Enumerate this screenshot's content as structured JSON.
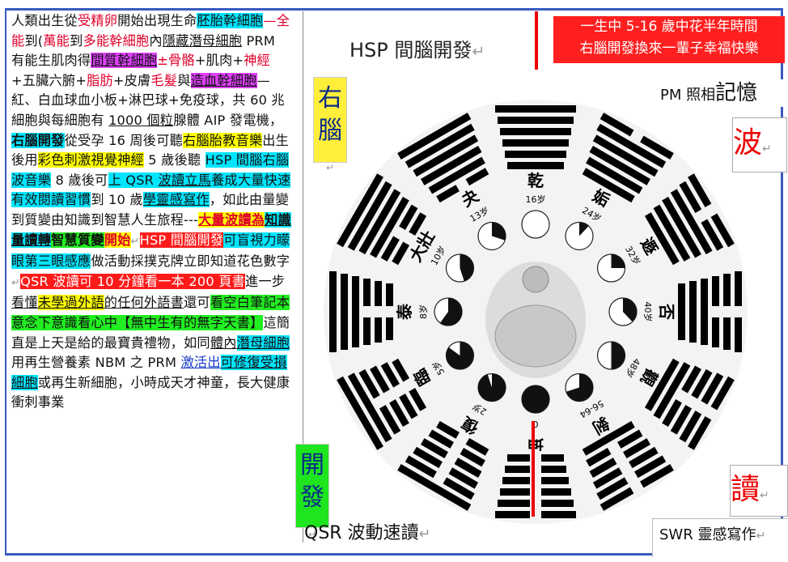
{
  "left_text": {
    "s1": "人類出生從",
    "s2": "受精卵",
    "s3": "開始出現生命",
    "s4": "胚胎",
    "s5": "幹細胞",
    "s6": "—",
    "s7": "全能",
    "s8": "到(",
    "s9": "萬能",
    "s10": "到",
    "s11": "多能幹細胞",
    "s12": "內",
    "s13": "隱藏潛母細胞",
    "s14": " PRM 有能生肌肉得",
    "s15": "間質幹細胞",
    "s16": "±",
    "s17": "骨骼",
    "s18": "+肌肉+",
    "s19": "神經",
    "s20": "+五臟六腑+",
    "s21": "脂肪",
    "s22": "+皮膚",
    "s23": "毛髮",
    "s24": "與",
    "s25": "造血幹細胞",
    "s26": "—紅、白血球血小板+淋巴球+免疫球，共 60 兆細胞與每細胞有 ",
    "s27": "1000 個粒",
    "s28": "腺體 AIP 發電機，",
    "s29": "右腦開發",
    "s30": "從受孕 16 周後可聽",
    "s31": "右腦胎教音樂",
    "s32": "出生後用",
    "s33": "彩色刺激視覺神經",
    "s34": " 5 歲後聽 ",
    "s35": "HSP 間腦右腦波音樂",
    "s36": " 8 歲後可",
    "s37": "上 QSR ",
    "s38": "波讀立馬",
    "s39": "養成大量快速有效閱讀習慣",
    "s40": "到 10 歲",
    "s41": "學靈感寫作",
    "s42": "，如此由量變到質變由知識到智慧人生旅程---",
    "s43": "大量波讀為",
    "s44": "知識量讀轉",
    "s45": "智慧質變",
    "s46": "開始",
    "s47": "HSP 間腦開發",
    "s48": "可盲視力矇眼第三眼感應",
    "s49": "做活動採撲克牌立即知道花色數字",
    "s50": "QSR 波讀可 10 分鐘看一本 200 頁書",
    "s51": "進一步",
    "s52": "看懂",
    "s53": "未學過外語",
    "s54": "的任何外語書",
    "s55": "還可",
    "s56": "看空白筆記本意念下意識看心中",
    "s57": "【無中生有的無字天書】",
    "s58": "這簡直是上天是給的最寶貴禮物，如同",
    "s59": "體內",
    "s60": "潛母細胞",
    "s61": "用再生營養素 NBM 之 PRM ",
    "s62": "激活出",
    "s63": "可修復受損細胞",
    "s64": "或再生新細胞，小時成天才神童，長大健康衝刺事業",
    "pilcrow": "↵"
  },
  "title": "HSP 間腦開發",
  "note": {
    "line1": "一生中 5-16 歲中花半年時間",
    "line2": "右腦開發換來一輩子幸福快樂"
  },
  "right_brain_box": {
    "c1": "右",
    "c2": "腦"
  },
  "develop_box": {
    "c1": "開",
    "c2": "發"
  },
  "pm_label": {
    "small": "PM 照相",
    "big": "記憶"
  },
  "wave_box": "波",
  "read_box": "讀",
  "qsr_label": "QSR 波動速讀",
  "swr_label": "SWR 靈感寫作",
  "bagua": {
    "trigrams": [
      {
        "name": "乾",
        "age": "16岁"
      },
      {
        "name": "姤",
        "age": "24岁"
      },
      {
        "name": "遯",
        "age": "32岁"
      },
      {
        "name": "否",
        "age": "40岁"
      },
      {
        "name": "觀",
        "age": "48岁"
      },
      {
        "name": "剝",
        "age": "56-64"
      },
      {
        "name": "坤",
        "age": "0"
      },
      {
        "name": "復",
        "age": "2岁"
      },
      {
        "name": "臨",
        "age": "5岁"
      },
      {
        "name": "泰",
        "age": "8岁"
      },
      {
        "name": "大壯",
        "age": "10岁"
      },
      {
        "name": "夬",
        "age": "13岁"
      }
    ]
  },
  "colors": {
    "cyan": "#00e5ff",
    "yellow": "#ffff00",
    "magenta": "#e040fb",
    "green": "#22ee22",
    "red": "#ff1a1a",
    "border_blue": "#3a5bbf"
  }
}
